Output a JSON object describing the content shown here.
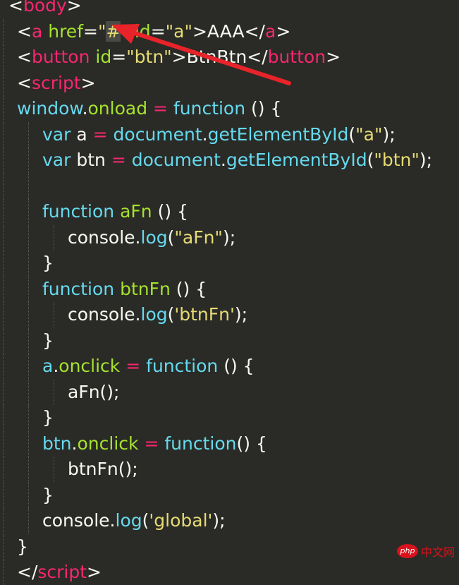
{
  "code_lines": [
    {
      "indent": 0,
      "tokens": [
        {
          "t": "<",
          "c": "w"
        },
        {
          "t": "body",
          "c": "k"
        },
        {
          "t": ">",
          "c": "w"
        }
      ]
    },
    {
      "indent": 1,
      "tokens": [
        {
          "t": "<",
          "c": "w"
        },
        {
          "t": "a",
          "c": "k"
        },
        {
          "t": " ",
          "c": "w"
        },
        {
          "t": "href",
          "c": "a"
        },
        {
          "t": "=",
          "c": "w"
        },
        {
          "t": "\"",
          "c": "s"
        },
        {
          "t": "#",
          "c": "s",
          "sel": true
        },
        {
          "t": "\"",
          "c": "s"
        },
        {
          "t": " ",
          "c": "w"
        },
        {
          "t": "id",
          "c": "a"
        },
        {
          "t": "=",
          "c": "w"
        },
        {
          "t": "\"a\"",
          "c": "s"
        },
        {
          "t": ">AAA</",
          "c": "w"
        },
        {
          "t": "a",
          "c": "k"
        },
        {
          "t": ">",
          "c": "w"
        }
      ]
    },
    {
      "indent": 1,
      "tokens": [
        {
          "t": "<",
          "c": "w"
        },
        {
          "t": "button",
          "c": "k"
        },
        {
          "t": " ",
          "c": "w"
        },
        {
          "t": "id",
          "c": "a"
        },
        {
          "t": "=",
          "c": "w"
        },
        {
          "t": "\"btn\"",
          "c": "s"
        },
        {
          "t": ">BtnBtn</",
          "c": "w"
        },
        {
          "t": "button",
          "c": "k"
        },
        {
          "t": ">",
          "c": "w"
        }
      ]
    },
    {
      "indent": 1,
      "tokens": [
        {
          "t": "<",
          "c": "w"
        },
        {
          "t": "script",
          "c": "k"
        },
        {
          "t": ">",
          "c": "w"
        }
      ]
    },
    {
      "indent": 1,
      "tokens": [
        {
          "t": "window",
          "c": "b"
        },
        {
          "t": ".",
          "c": "w"
        },
        {
          "t": "onload",
          "c": "a"
        },
        {
          "t": " ",
          "c": "w"
        },
        {
          "t": "=",
          "c": "k"
        },
        {
          "t": " ",
          "c": "w"
        },
        {
          "t": "function",
          "c": "b"
        },
        {
          "t": " () {",
          "c": "w"
        }
      ]
    },
    {
      "indent": 2,
      "tokens": [
        {
          "t": "var",
          "c": "b"
        },
        {
          "t": " a ",
          "c": "w"
        },
        {
          "t": "=",
          "c": "k"
        },
        {
          "t": " ",
          "c": "w"
        },
        {
          "t": "document",
          "c": "b"
        },
        {
          "t": ".",
          "c": "w"
        },
        {
          "t": "getElementById",
          "c": "b"
        },
        {
          "t": "(",
          "c": "w"
        },
        {
          "t": "\"a\"",
          "c": "s"
        },
        {
          "t": ");",
          "c": "w"
        }
      ]
    },
    {
      "indent": 2,
      "tokens": [
        {
          "t": "var",
          "c": "b"
        },
        {
          "t": " btn ",
          "c": "w"
        },
        {
          "t": "=",
          "c": "k"
        },
        {
          "t": " ",
          "c": "w"
        },
        {
          "t": "document",
          "c": "b"
        },
        {
          "t": ".",
          "c": "w"
        },
        {
          "t": "getElementById",
          "c": "b"
        },
        {
          "t": "(",
          "c": "w"
        },
        {
          "t": "\"btn\"",
          "c": "s"
        },
        {
          "t": ");",
          "c": "w"
        }
      ]
    },
    {
      "indent": 2,
      "tokens": []
    },
    {
      "indent": 2,
      "tokens": [
        {
          "t": "function",
          "c": "b"
        },
        {
          "t": " ",
          "c": "w"
        },
        {
          "t": "aFn",
          "c": "a"
        },
        {
          "t": " () {",
          "c": "w"
        }
      ]
    },
    {
      "indent": 3,
      "tokens": [
        {
          "t": "console",
          "c": "w"
        },
        {
          "t": ".",
          "c": "w"
        },
        {
          "t": "log",
          "c": "b"
        },
        {
          "t": "(",
          "c": "w"
        },
        {
          "t": "\"aFn\"",
          "c": "s"
        },
        {
          "t": ");",
          "c": "w"
        }
      ]
    },
    {
      "indent": 2,
      "tokens": [
        {
          "t": "}",
          "c": "w"
        }
      ]
    },
    {
      "indent": 2,
      "tokens": [
        {
          "t": "function",
          "c": "b"
        },
        {
          "t": " ",
          "c": "w"
        },
        {
          "t": "btnFn",
          "c": "a"
        },
        {
          "t": " () {",
          "c": "w"
        }
      ]
    },
    {
      "indent": 3,
      "tokens": [
        {
          "t": "console",
          "c": "w"
        },
        {
          "t": ".",
          "c": "w"
        },
        {
          "t": "log",
          "c": "b"
        },
        {
          "t": "(",
          "c": "w"
        },
        {
          "t": "'btnFn'",
          "c": "s"
        },
        {
          "t": ");",
          "c": "w"
        }
      ]
    },
    {
      "indent": 2,
      "tokens": [
        {
          "t": "}",
          "c": "w"
        }
      ]
    },
    {
      "indent": 2,
      "tokens": [
        {
          "t": "a",
          "c": "b"
        },
        {
          "t": ".",
          "c": "w"
        },
        {
          "t": "onclick",
          "c": "a"
        },
        {
          "t": " ",
          "c": "w"
        },
        {
          "t": "=",
          "c": "k"
        },
        {
          "t": " ",
          "c": "w"
        },
        {
          "t": "function",
          "c": "b"
        },
        {
          "t": " () {",
          "c": "w"
        }
      ]
    },
    {
      "indent": 3,
      "tokens": [
        {
          "t": "aFn();",
          "c": "w"
        }
      ]
    },
    {
      "indent": 2,
      "tokens": [
        {
          "t": "}",
          "c": "w"
        }
      ]
    },
    {
      "indent": 2,
      "tokens": [
        {
          "t": "btn",
          "c": "b"
        },
        {
          "t": ".",
          "c": "w"
        },
        {
          "t": "onclick",
          "c": "a"
        },
        {
          "t": " ",
          "c": "w"
        },
        {
          "t": "=",
          "c": "k"
        },
        {
          "t": " ",
          "c": "w"
        },
        {
          "t": "function",
          "c": "b"
        },
        {
          "t": "() {",
          "c": "w"
        }
      ]
    },
    {
      "indent": 3,
      "tokens": [
        {
          "t": "btnFn();",
          "c": "w"
        }
      ]
    },
    {
      "indent": 2,
      "tokens": [
        {
          "t": "}",
          "c": "w"
        }
      ]
    },
    {
      "indent": 2,
      "tokens": [
        {
          "t": "console",
          "c": "w"
        },
        {
          "t": ".",
          "c": "w"
        },
        {
          "t": "log",
          "c": "b"
        },
        {
          "t": "(",
          "c": "w"
        },
        {
          "t": "'global'",
          "c": "s"
        },
        {
          "t": ");",
          "c": "w"
        }
      ]
    },
    {
      "indent": 1,
      "tokens": [
        {
          "t": "}",
          "c": "w"
        }
      ]
    },
    {
      "indent": 1,
      "tokens": [
        {
          "t": "</",
          "c": "w"
        },
        {
          "t": "script",
          "c": "k"
        },
        {
          "t": ">",
          "c": "w"
        }
      ]
    }
  ],
  "colors": {
    "background": "#2a2b26",
    "tag_pink": "#f92672",
    "attr_green": "#a6e22e",
    "string_yellow": "#e6db74",
    "keyword_cyan": "#66d9ef",
    "text_white": "#f8f8f2",
    "arrow_red": "#e8232a"
  },
  "watermark": {
    "logo_text": "php",
    "site_text": "中文网"
  }
}
